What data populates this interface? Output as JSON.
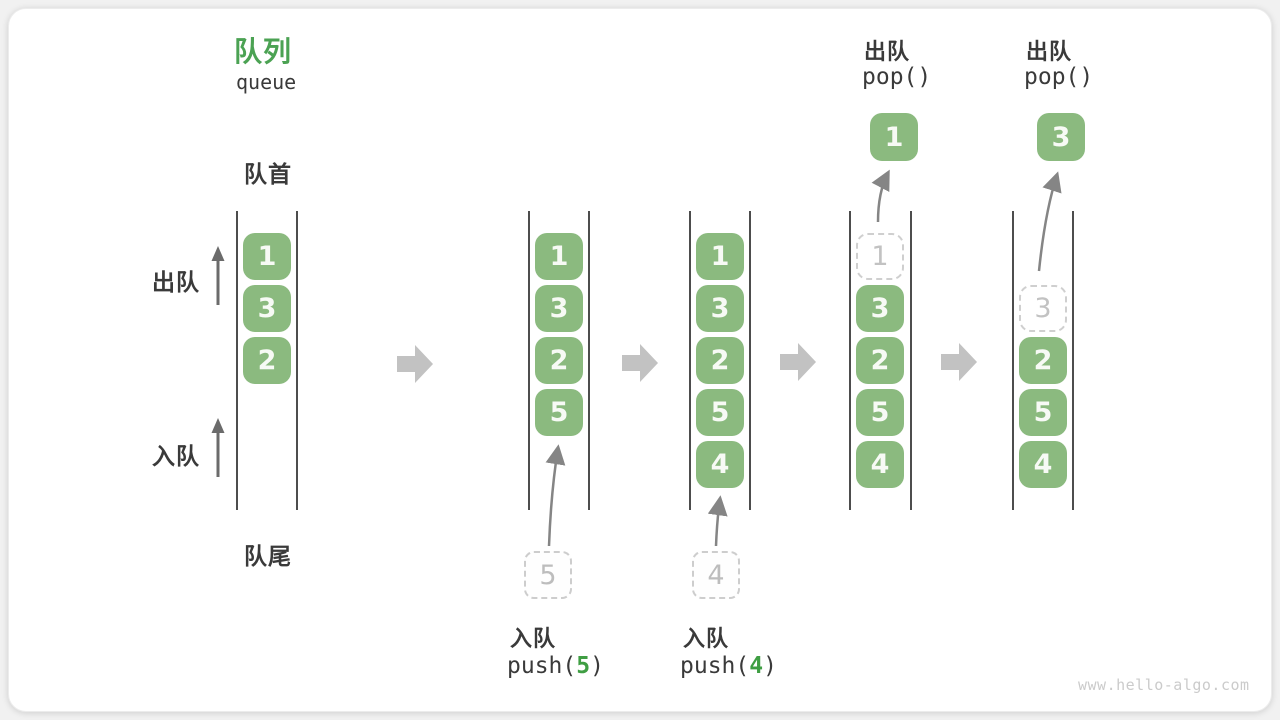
{
  "title": {
    "zh": "队列",
    "en": "queue"
  },
  "side_labels": {
    "front": "队首",
    "rear": "队尾",
    "dequeue": "出队",
    "enqueue": "入队"
  },
  "queues": [
    {
      "cells": [
        "1",
        "3",
        "2"
      ]
    },
    {
      "cells": [
        "1",
        "3",
        "2",
        "5"
      ],
      "pending_value": "5",
      "op": {
        "label": "入队",
        "code_pre": "push(",
        "code_arg": "5",
        "code_post": ")"
      }
    },
    {
      "cells": [
        "1",
        "3",
        "2",
        "5",
        "4"
      ],
      "pending_value": "4",
      "op": {
        "label": "入队",
        "code_pre": "push(",
        "code_arg": "4",
        "code_post": ")"
      }
    },
    {
      "cells": [
        "3",
        "2",
        "5",
        "4"
      ],
      "ghost_value": "1",
      "popped_value": "1",
      "op": {
        "label": "出队",
        "code": "pop()"
      }
    },
    {
      "cells": [
        "2",
        "5",
        "4"
      ],
      "ghost_value": "3",
      "popped_value": "3",
      "op": {
        "label": "出队",
        "code": "pop()"
      }
    }
  ],
  "watermark": "www.hello-algo.com",
  "colors": {
    "element_green": "#8bba7f",
    "title_green": "#4ba253",
    "code_arg_green": "#3f9e43",
    "block_arrow_gray": "#c2c2c2",
    "line_gray": "#4d4d4d",
    "text_dark": "#3a3a3a"
  }
}
